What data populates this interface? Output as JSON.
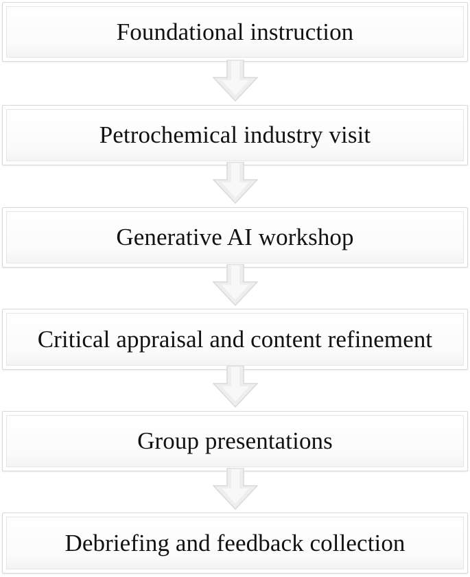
{
  "flowchart": {
    "steps": [
      {
        "label": "Foundational instruction"
      },
      {
        "label": "Petrochemical industry visit"
      },
      {
        "label": "Generative AI workshop"
      },
      {
        "label": "Critical appraisal and content refinement"
      },
      {
        "label": "Group presentations"
      },
      {
        "label": "Debriefing and feedback collection"
      }
    ],
    "arrow_color": "#e3e3e3",
    "box_border_color": "#d8d8d8"
  }
}
